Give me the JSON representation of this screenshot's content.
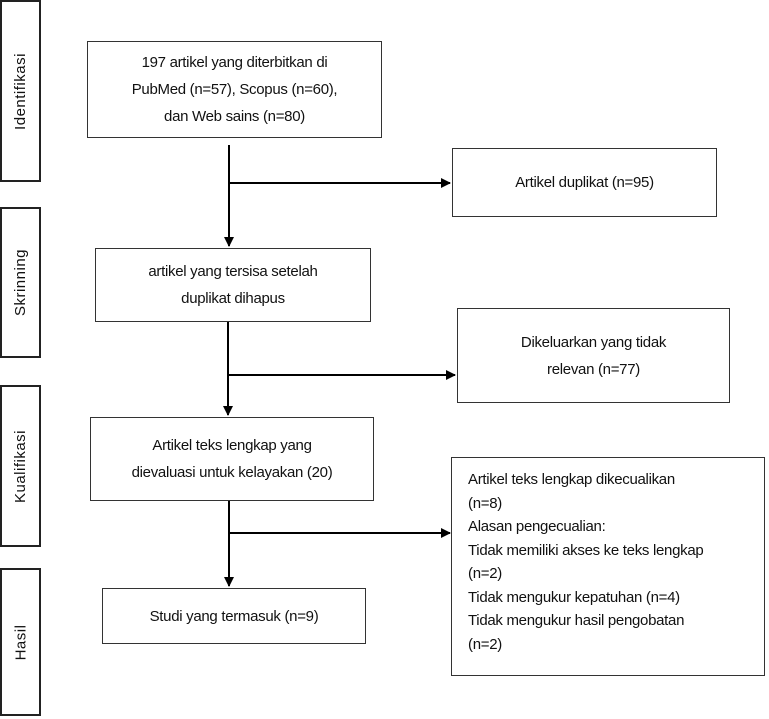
{
  "stages": [
    {
      "label": "Identifikasi"
    },
    {
      "label": "Skrinning"
    },
    {
      "label": "Kualifikasi"
    },
    {
      "label": "Hasil"
    }
  ],
  "boxes": {
    "identified": [
      "197 artikel yang diterbitkan di",
      "PubMed (n=57), Scopus (n=60),",
      "dan Web sains  (n=80)"
    ],
    "duplicates": [
      "Artikel duplikat (n=95)"
    ],
    "screened": [
      "artikel yang tersisa setelah",
      "duplikat dihapus"
    ],
    "excluded_irrelevant": [
      "Dikeluarkan yang tidak",
      "relevan (n=77)"
    ],
    "fulltext": [
      "Artikel teks lengkap yang",
      "dievaluasi untuk kelayakan (20)"
    ],
    "fulltext_excluded": [
      "Artikel teks lengkap dikecualikan",
      "(n=8)",
      "Alasan pengecualian:",
      "Tidak memiliki akses ke teks lengkap",
      "(n=2)",
      "Tidak mengukur kepatuhan (n=4)",
      "Tidak mengukur hasil pengobatan",
      "(n=2)"
    ],
    "included": [
      "Studi yang termasuk (n=9)"
    ]
  }
}
